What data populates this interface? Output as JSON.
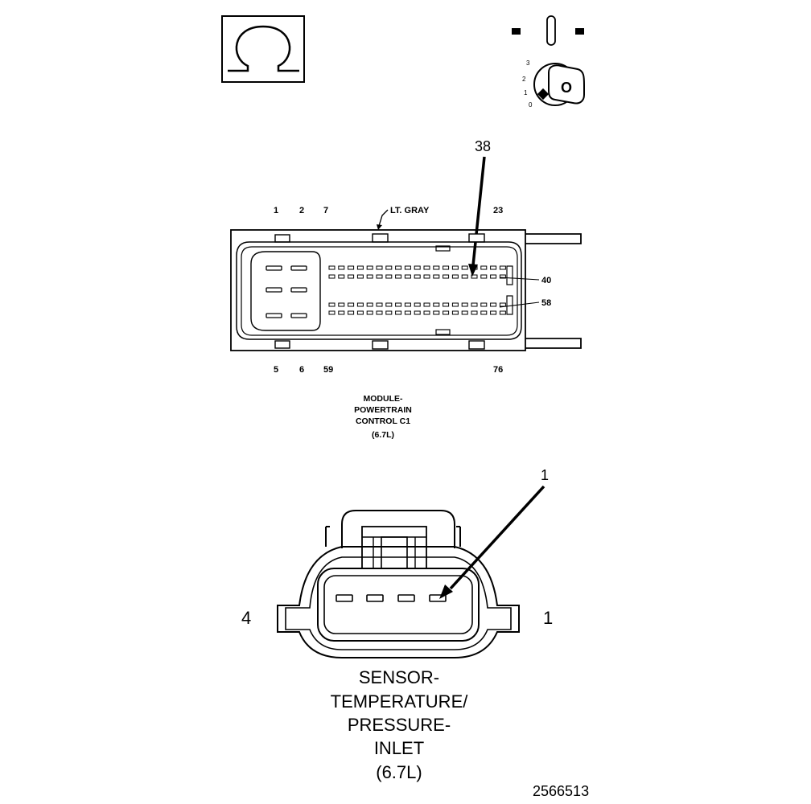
{
  "key_positions": [
    "3",
    "2",
    "1",
    "0"
  ],
  "key_label": "O",
  "pcm": {
    "callout_pin": "38",
    "top_pins": [
      "1",
      "2",
      "7",
      "23"
    ],
    "bottom_pins": [
      "5",
      "6",
      "59",
      "76"
    ],
    "color_label": "LT. GRAY",
    "side_pins": [
      "40",
      "58"
    ],
    "caption": [
      "MODULE-",
      "POWERTRAIN",
      "CONTROL C1",
      "(6.7L)"
    ]
  },
  "sensor": {
    "callout_pin": "1",
    "left_pin": "4",
    "right_pin": "1",
    "caption": [
      "SENSOR-",
      "TEMPERATURE/",
      "PRESSURE-",
      "INLET",
      "(6.7L)"
    ]
  },
  "figure_id": "2566513"
}
